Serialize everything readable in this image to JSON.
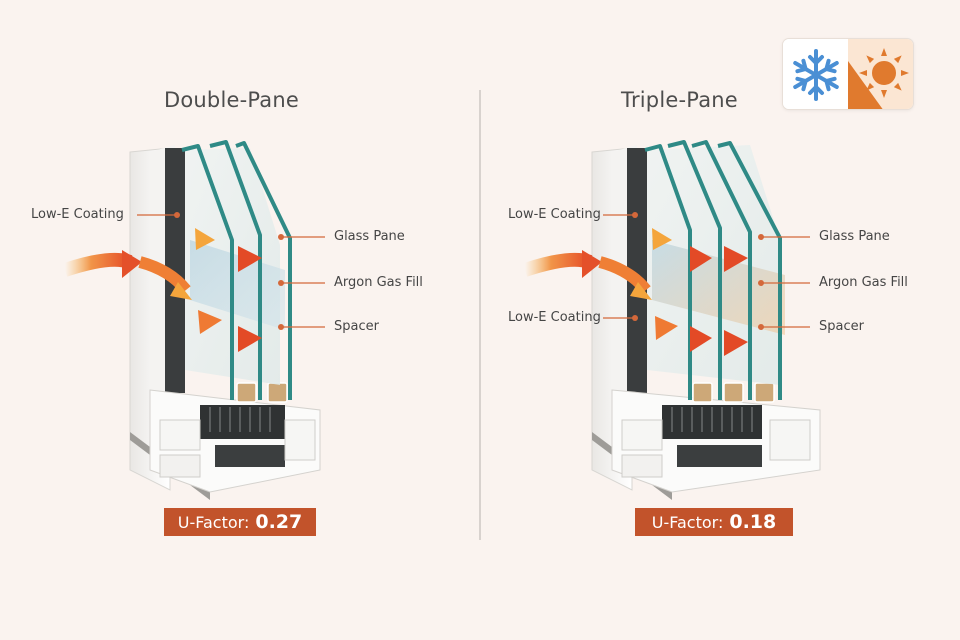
{
  "divider": {
    "color": "#d8d2ce"
  },
  "climate_icon": {
    "left_icon": "snowflake-icon",
    "right_icon": "sun-icon",
    "snow_color": "#4a8fd4",
    "sun_color": "#e07a2e"
  },
  "panels": [
    {
      "title": "Double-Pane",
      "pane_count": 2,
      "labels": {
        "low_e_1": "Low-E Coating",
        "glass_pane": "Glass Pane",
        "argon_gas": "Argon Gas Fill",
        "spacer": "Spacer"
      },
      "badge": {
        "key": "U-Factor:",
        "value": "0.27"
      }
    },
    {
      "title": "Triple-Pane",
      "pane_count": 3,
      "labels": {
        "low_e_1": "Low-E Coating",
        "low_e_2": "Low-E Coating",
        "glass_pane": "Glass Pane",
        "argon_gas": "Argon Gas Fill",
        "spacer": "Spacer"
      },
      "badge": {
        "key": "U-Factor:",
        "value": "0.18"
      }
    }
  ],
  "colors": {
    "background": "#faf3ef",
    "accent": "#c2532b",
    "leader_line": "#d4683a",
    "glass_edge": "#2f8a86",
    "heat_arrow": "#e8532a"
  }
}
